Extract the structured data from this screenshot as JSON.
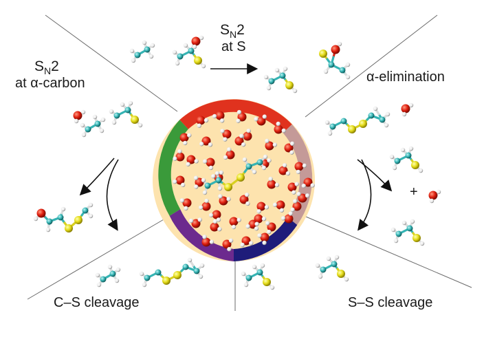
{
  "labels": {
    "sn2_s_line1_main": "S",
    "sn2_s_line1_sub": "N",
    "sn2_s_line1_tail": "2",
    "sn2_s_line2": "at S",
    "sn2_a_line1_main": "S",
    "sn2_a_line1_sub": "N",
    "sn2_a_line1_tail": "2",
    "sn2_a_line2": "at α-carbon",
    "alpha_elim": "α-elimination",
    "cs_cleavage": "C–S cleavage",
    "ss_cleavage": "S–S cleavage",
    "plus": "+"
  },
  "colors": {
    "ring_top": "#e0321e",
    "ring_right": "#c49a98",
    "ring_bottom_right": "#1e1c7a",
    "ring_bottom_left": "#6c2a8e",
    "ring_left": "#3a9a3a",
    "core": "#fde3ae",
    "oxygen": "#e02010",
    "sulfur": "#e4dc1a",
    "carbon": "#35b4b4",
    "hydrogen": "#f2f2f2"
  }
}
